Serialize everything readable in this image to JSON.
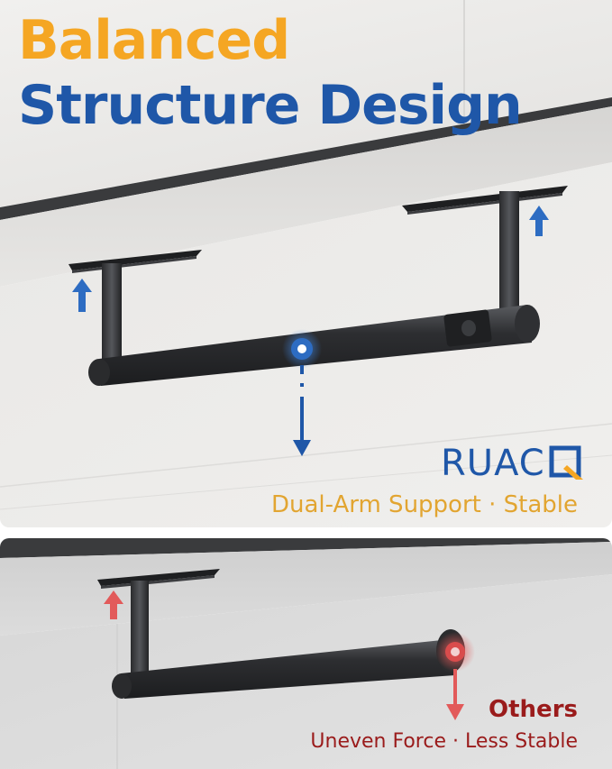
{
  "headline": {
    "line1": "Balanced",
    "line2": "Structure Design"
  },
  "brand": {
    "name": "RUAC",
    "mark_icon": "q-bracket-logo-icon"
  },
  "top_panel": {
    "tagline": "Dual-Arm Support · Stable",
    "icons": [
      "arrow-up-icon",
      "arrow-up-icon",
      "center-point-icon",
      "arrow-down-icon"
    ]
  },
  "bottom_panel": {
    "title": "Others",
    "tagline": "Uneven Force · Less Stable",
    "icons": [
      "arrow-up-icon",
      "end-point-icon",
      "arrow-down-icon"
    ]
  },
  "colors": {
    "headline_orange": "#f5a623",
    "headline_blue": "#1f57a8",
    "brand_blue": "#1f57a8",
    "tagline_gold": "#e2a531",
    "others_red": "#9a1b1b",
    "force_red": "#e25a5a",
    "hardware_black": "#2b2c2e"
  }
}
